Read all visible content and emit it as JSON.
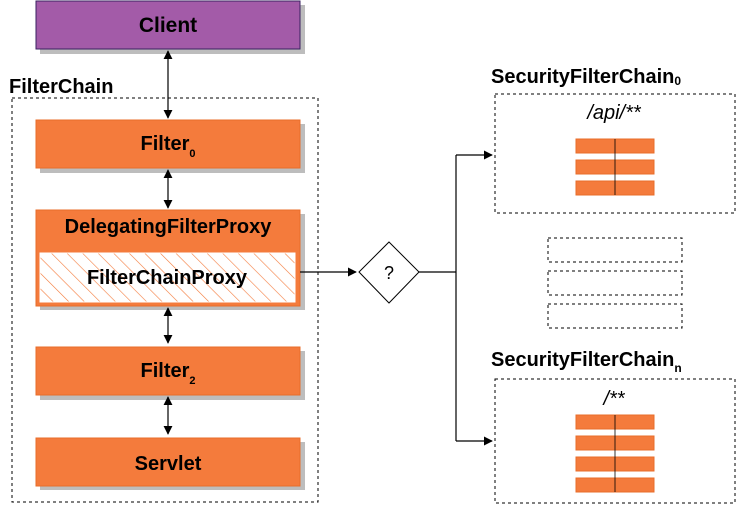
{
  "colors": {
    "client_fill": "#a35ba8",
    "client_stroke": "#3a2060",
    "filter_fill": "#f47b3c",
    "filter_stroke": "#e86d2a",
    "shadow": "#bdbdbd",
    "hatch_stroke": "#f47b3c"
  },
  "client": {
    "label": "Client"
  },
  "filter_chain": {
    "title": "FilterChain",
    "filter0": {
      "label": "Filter",
      "subscript": "0"
    },
    "delegating_proxy": {
      "label": "DelegatingFilterProxy"
    },
    "filter_chain_proxy": {
      "label": "FilterChainProxy"
    },
    "filter2": {
      "label": "Filter",
      "subscript": "2"
    },
    "servlet": {
      "label": "Servlet"
    }
  },
  "decision": {
    "label": "?"
  },
  "security_chain_0": {
    "title": "SecurityFilterChain",
    "subscript": "0",
    "pattern": "/api/**",
    "filter_count": 3
  },
  "security_chain_n": {
    "title": "SecurityFilterChain",
    "subscript": "n",
    "pattern": "/**",
    "filter_count": 4
  },
  "placeholder_chains": {
    "count": 3
  }
}
